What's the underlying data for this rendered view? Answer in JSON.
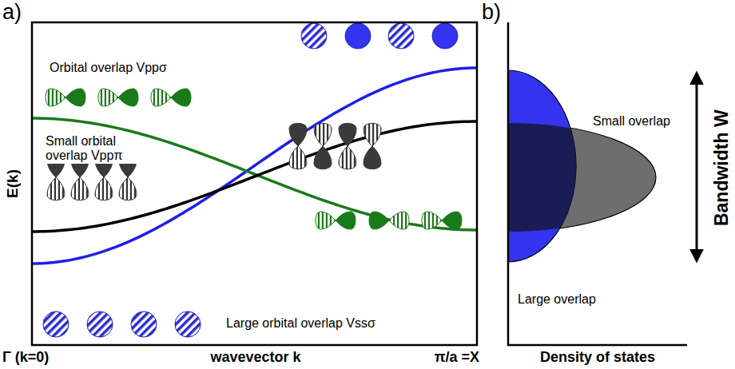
{
  "diagram": {
    "labels": [
      "a)",
      "b)",
      "Orbital overlap Vppσ",
      "Small orbital overlap Vppπ",
      "Large orbital overlap Vssσ",
      "E(k)",
      "Γ (k=0)",
      "wavevector k",
      "π/a =X",
      "Small overlap",
      "Large overlap",
      "Bandwidth W",
      "Density of states"
    ]
  }
}
